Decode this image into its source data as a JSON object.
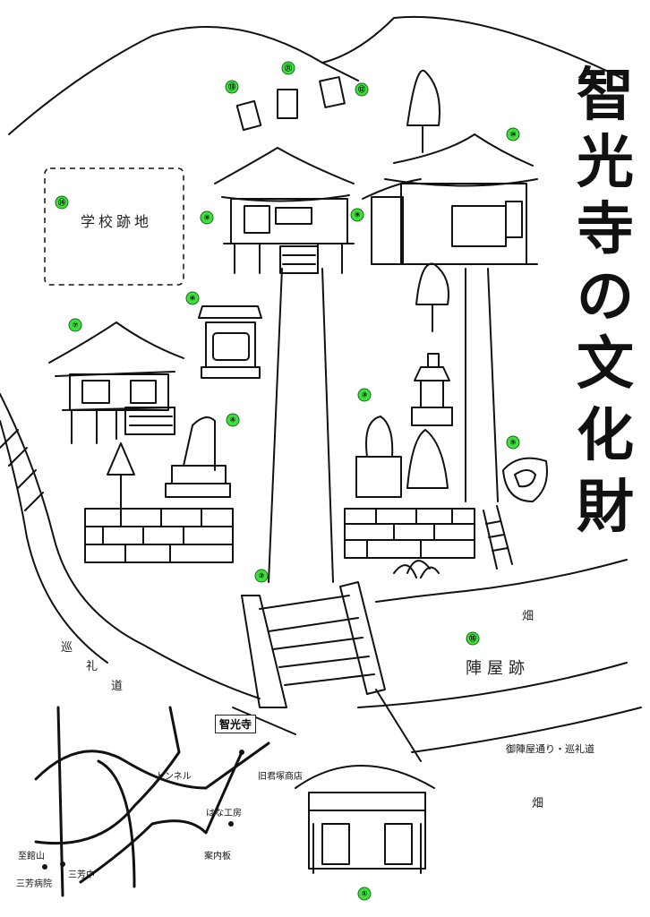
{
  "title": {
    "chars": [
      "智",
      "光",
      "寺",
      "の",
      "文",
      "化",
      "財"
    ]
  },
  "markers": [
    "⑪",
    "⑬",
    "⑫",
    "⑩",
    "⑭",
    "⑧",
    "⑨",
    "⑥",
    "⑦",
    "③",
    "④",
    "⑤",
    "②",
    "⑮",
    "①"
  ],
  "map_labels": {
    "school_site": "学校跡地",
    "jinya_site": "陣屋跡",
    "field_1": "畑",
    "field_2": "畑",
    "junrei_road_left": [
      "巡",
      "礼",
      "道"
    ],
    "road_right": "御陣屋通り・巡礼道"
  },
  "inset_map": {
    "highlight": "智光寺",
    "tunnel": "トンネル",
    "kyu_kimizuka": "旧君塚商店",
    "hana_kobo": "はな工房",
    "annai": "案内板",
    "tate": "至館山",
    "mitsuyoshi_chu": "三芳中",
    "mitsuyoshi_hosp": "三芳病院"
  },
  "colors": {
    "marker": "#3ee03e",
    "ink": "#111111"
  }
}
